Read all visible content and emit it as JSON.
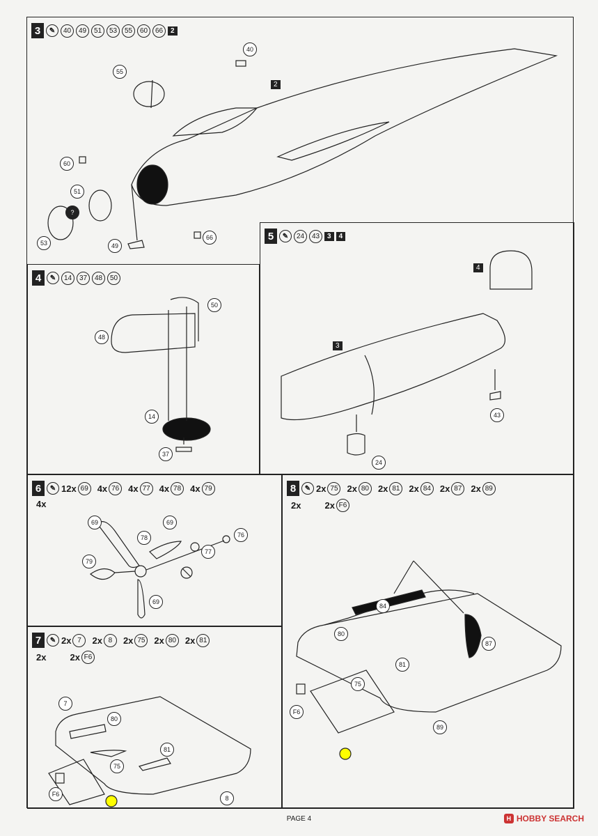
{
  "steps": {
    "s3": {
      "number": "3",
      "parts": [
        "40",
        "49",
        "51",
        "53",
        "55",
        "60",
        "66"
      ],
      "sub": "2",
      "callouts": {
        "c40": "40",
        "c55": "55",
        "c60": "60",
        "c51": "51",
        "c53": "53",
        "c49": "49",
        "c66": "66"
      },
      "sub_label": "2",
      "q": "?"
    },
    "s4": {
      "number": "4",
      "parts": [
        "14",
        "37",
        "48",
        "50"
      ],
      "callouts": {
        "c50": "50",
        "c48": "48",
        "c14": "14",
        "c37": "37"
      }
    },
    "s5": {
      "number": "5",
      "parts": [
        "24",
        "43"
      ],
      "subs": [
        "3",
        "4"
      ],
      "callouts": {
        "c24": "24",
        "c43": "43"
      },
      "label_4": "4",
      "label_3": "3"
    },
    "s6": {
      "number": "6",
      "line1": [
        {
          "qty": "12x",
          "part": "69"
        },
        {
          "qty": "4x",
          "part": "76"
        },
        {
          "qty": "4x",
          "part": "77"
        },
        {
          "qty": "4x",
          "part": "78"
        },
        {
          "qty": "4x",
          "part": "79"
        }
      ],
      "line2": "4x",
      "callouts": {
        "c69a": "69",
        "c69b": "69",
        "c69c": "69",
        "c78": "78",
        "c76": "76",
        "c77": "77",
        "c79": "79"
      }
    },
    "s7": {
      "number": "7",
      "line1": [
        {
          "qty": "2x",
          "part": "7"
        },
        {
          "qty": "2x",
          "part": "8"
        },
        {
          "qty": "2x",
          "part": "75"
        },
        {
          "qty": "2x",
          "part": "80"
        },
        {
          "qty": "2x",
          "part": "81"
        }
      ],
      "line2a": "2x",
      "line2b": {
        "qty": "2x",
        "part": "F6"
      },
      "callouts": {
        "c7": "7",
        "c80": "80",
        "c81": "81",
        "c75": "75",
        "cF6": "F6",
        "c8": "8"
      }
    },
    "s8": {
      "number": "8",
      "line1": [
        {
          "qty": "2x",
          "part": "75"
        },
        {
          "qty": "2x",
          "part": "80"
        },
        {
          "qty": "2x",
          "part": "81"
        },
        {
          "qty": "2x",
          "part": "84"
        },
        {
          "qty": "2x",
          "part": "87"
        },
        {
          "qty": "2x",
          "part": "89"
        }
      ],
      "line2a": "2x",
      "line2b": {
        "qty": "2x",
        "part": "F6"
      },
      "callouts": {
        "c84": "84",
        "c80": "80",
        "c87": "87",
        "c81": "81",
        "c75": "75",
        "cF6": "F6",
        "c89": "89"
      }
    }
  },
  "footer": {
    "page": "PAGE 4"
  },
  "watermark": {
    "text": "HOBBY SEARCH",
    "logo": "H"
  },
  "colors": {
    "ink": "#1a1a1a",
    "paper": "#f4f4f2",
    "brand": "#cc3333"
  }
}
